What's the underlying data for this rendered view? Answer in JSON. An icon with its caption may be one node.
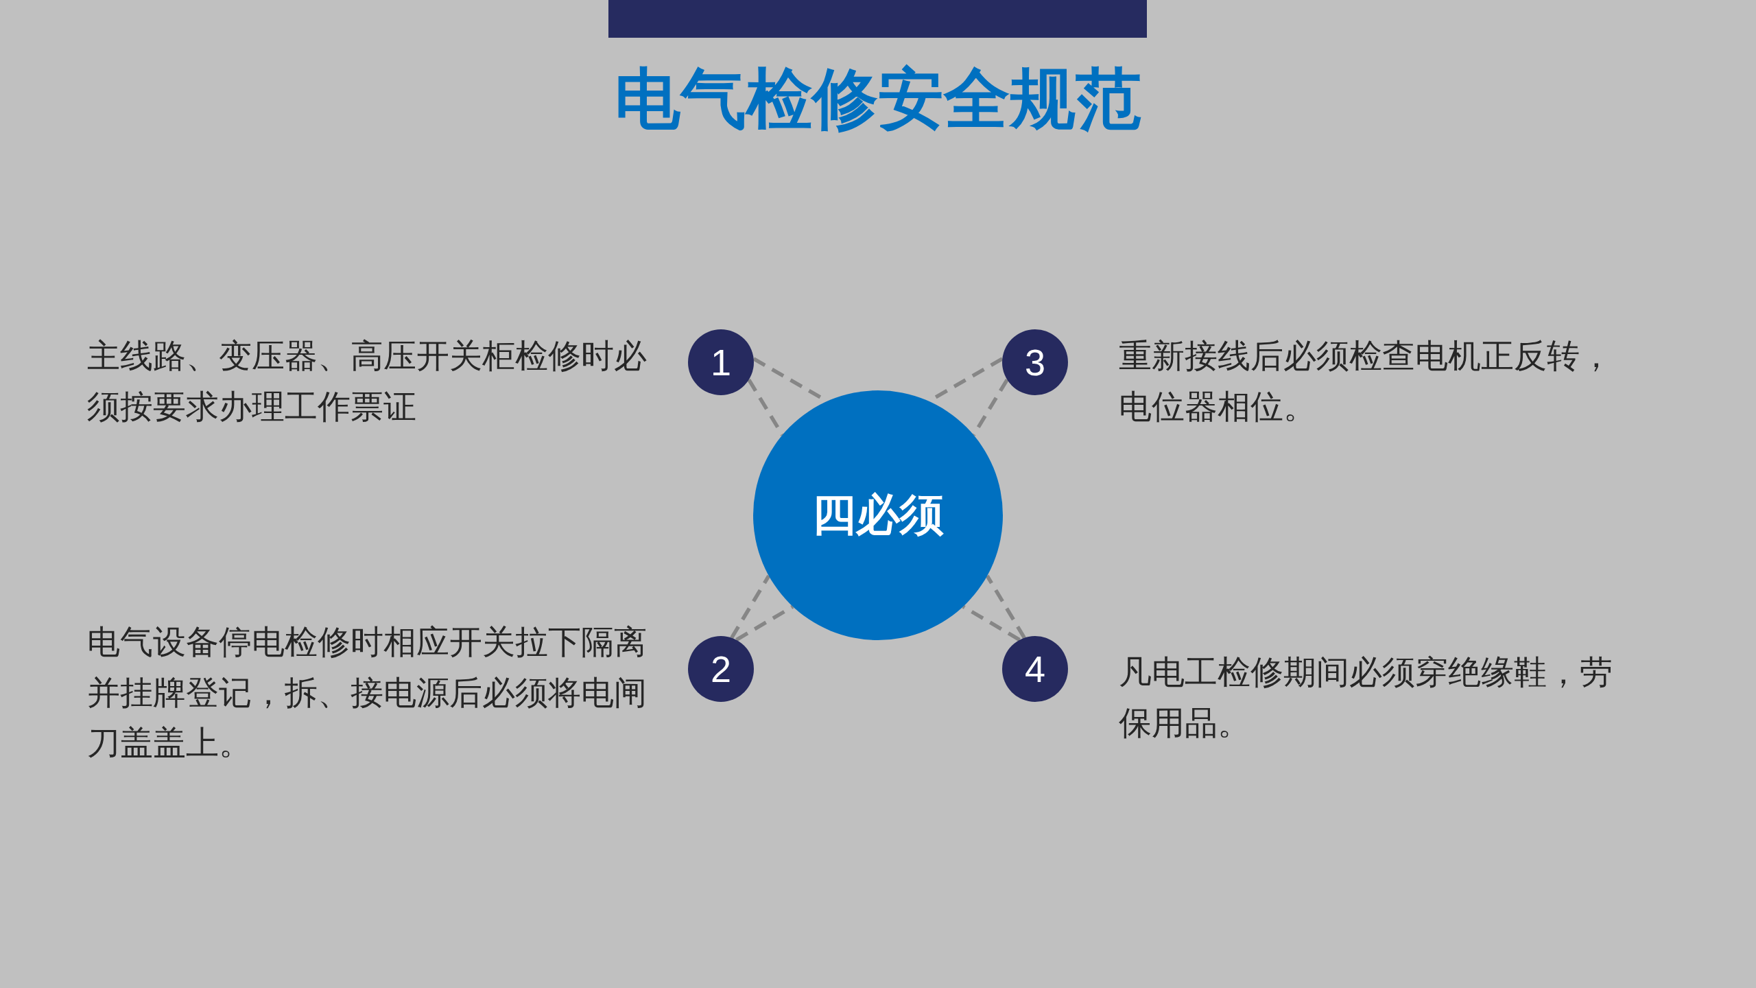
{
  "diagram": {
    "title": "电气检修安全规范",
    "nodes": [
      {
        "text": [
          "1"
        ],
        "beside": [
          "主线路、变压器、高压开关柜检修时必须按要求办理工作票证"
        ]
      },
      {
        "text": [
          "3"
        ],
        "beside": [
          "重新接线后必须检查电机正反转，电位器相位。"
        ]
      },
      {
        "text": [
          "四必须"
        ]
      },
      {
        "text": [
          "2"
        ],
        "beside": [
          "电气设备停电检修时相应开关拉下隔离并挂牌登记，拆、接电源后必须将电闸刀盖盖上。"
        ]
      },
      {
        "text": [
          "4"
        ],
        "beside": [
          "凡电工检修期间必须穿绝缘鞋，劳保用品。"
        ]
      }
    ],
    "edges": [
      {
        "from": 0,
        "to": 2,
        "arrow": "none",
        "style": "dashed"
      },
      {
        "from": 0,
        "to": 2,
        "arrow": "none",
        "style": "dashed"
      },
      {
        "from": 1,
        "to": 2,
        "arrow": "none",
        "style": "dashed"
      },
      {
        "from": 1,
        "to": 2,
        "arrow": "none",
        "style": "dashed"
      },
      {
        "from": 3,
        "to": 2,
        "arrow": "none",
        "style": "dashed"
      },
      {
        "from": 3,
        "to": 2,
        "arrow": "none",
        "style": "dashed"
      },
      {
        "from": 4,
        "to": 2,
        "arrow": "none",
        "style": "dashed"
      },
      {
        "from": 4,
        "to": 2,
        "arrow": "none",
        "style": "dashed"
      }
    ]
  }
}
